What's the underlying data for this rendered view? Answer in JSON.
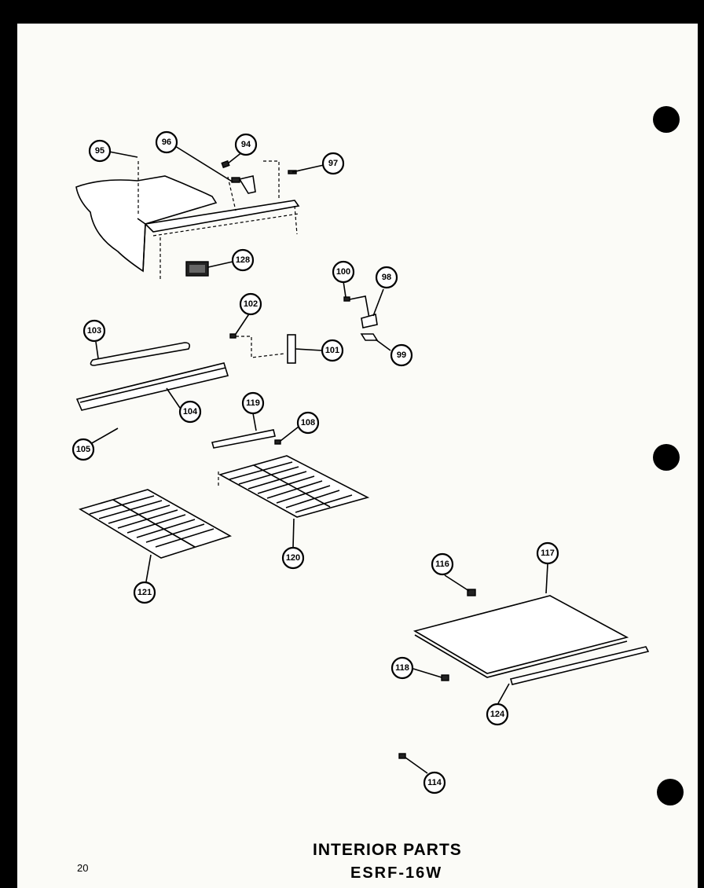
{
  "title": "INTERIOR PARTS",
  "model": "ESRF-16W",
  "page_number": "20",
  "callouts": [
    "95",
    "96",
    "94",
    "97",
    "128",
    "100",
    "98",
    "102",
    "103",
    "101",
    "99",
    "104",
    "119",
    "108",
    "105",
    "120",
    "121",
    "116",
    "117",
    "118",
    "124",
    "114"
  ]
}
